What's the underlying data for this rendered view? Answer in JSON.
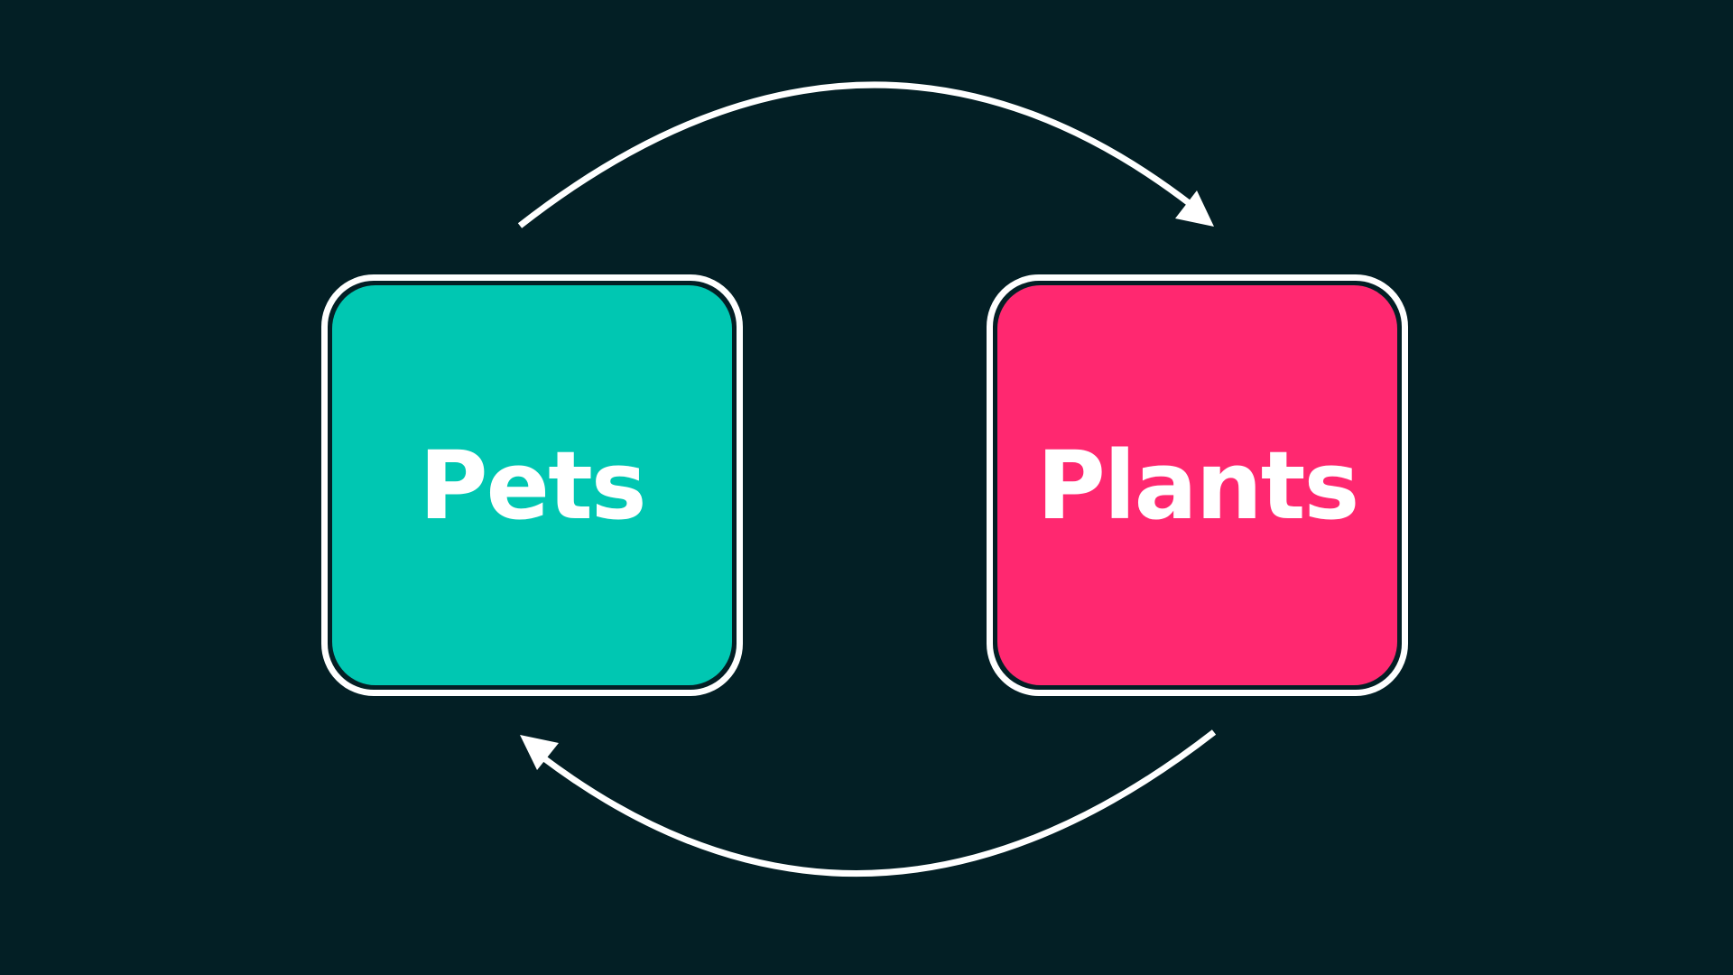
{
  "diagram": {
    "nodes": [
      {
        "id": "pets",
        "label": "Pets",
        "color": "#00c7b2"
      },
      {
        "id": "plants",
        "label": "Plants",
        "color": "#ff2870"
      }
    ],
    "edges": [
      {
        "from": "pets",
        "to": "plants"
      },
      {
        "from": "plants",
        "to": "pets"
      }
    ],
    "colors": {
      "background": "#031f25",
      "stroke": "#ffffff"
    }
  }
}
